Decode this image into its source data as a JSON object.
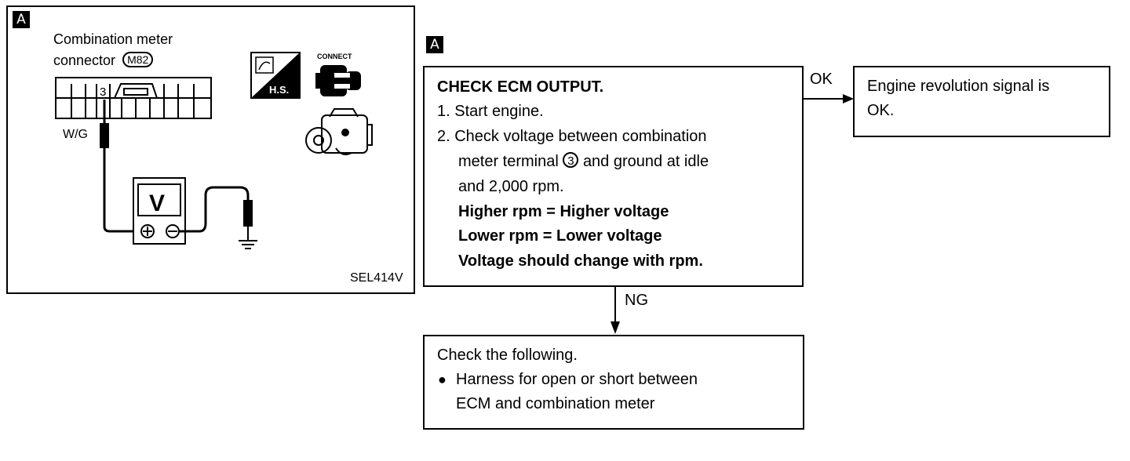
{
  "figure": {
    "tag": "A",
    "connector_title": "Combination meter",
    "connector_word": "connector",
    "connector_id": "M82",
    "terminal_number": "3",
    "wire_color": "W/G",
    "meter_symbol": "V",
    "hs_label": "H.S.",
    "connect_label": "CONNECT",
    "figure_code": "SEL414V",
    "icons": [
      "harness-sensor-icon",
      "connect-icon",
      "engine-icon",
      "multimeter-icon",
      "ground-icon"
    ]
  },
  "flow": {
    "tag": "A",
    "check": {
      "title": "CHECK ECM OUTPUT.",
      "step1": "1. Start engine.",
      "step2_l1": "2. Check voltage between combination",
      "step2_l2_pre": "meter terminal",
      "step2_terminal": "3",
      "step2_l2_post": "and ground at idle",
      "step2_l3": "and 2,000 rpm.",
      "bold1": "Higher rpm = Higher voltage",
      "bold2": "Lower rpm = Lower voltage",
      "bold3": "Voltage should change with rpm."
    },
    "ok_label": "OK",
    "ok_result_l1": "Engine revolution signal is",
    "ok_result_l2": "OK.",
    "ng_label": "NG",
    "ng": {
      "l1": "Check the following.",
      "bullet": "●",
      "l2": "Harness for open or short between",
      "l3": "ECM and combination meter"
    }
  }
}
